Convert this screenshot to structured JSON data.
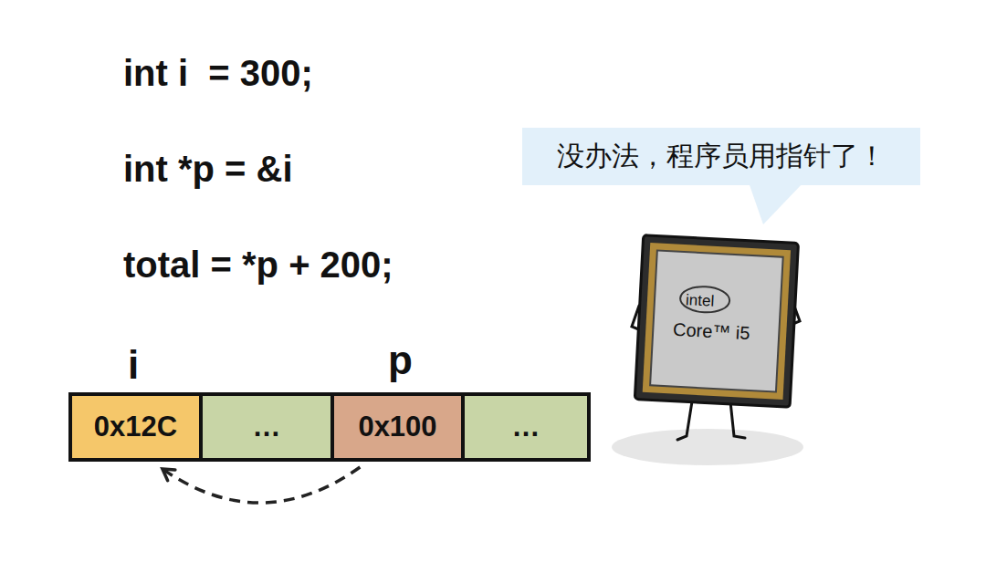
{
  "diagram": {
    "nodes": [
      {
        "text": [
          "没办法，程序员用指针了！"
        ]
      },
      {
        "text": [
          "0x12C"
        ]
      },
      {
        "text": [
          "…"
        ]
      },
      {
        "text": [
          "0x100"
        ]
      },
      {
        "text": [
          "…"
        ]
      }
    ],
    "edges": [
      {
        "from": 3,
        "to": 1,
        "arrow": "to"
      }
    ],
    "labels": [
      "int i  = 300;",
      "int *p = &i",
      "total = *p + 200;",
      "i",
      "p",
      "intel",
      "Core™ i5"
    ]
  }
}
